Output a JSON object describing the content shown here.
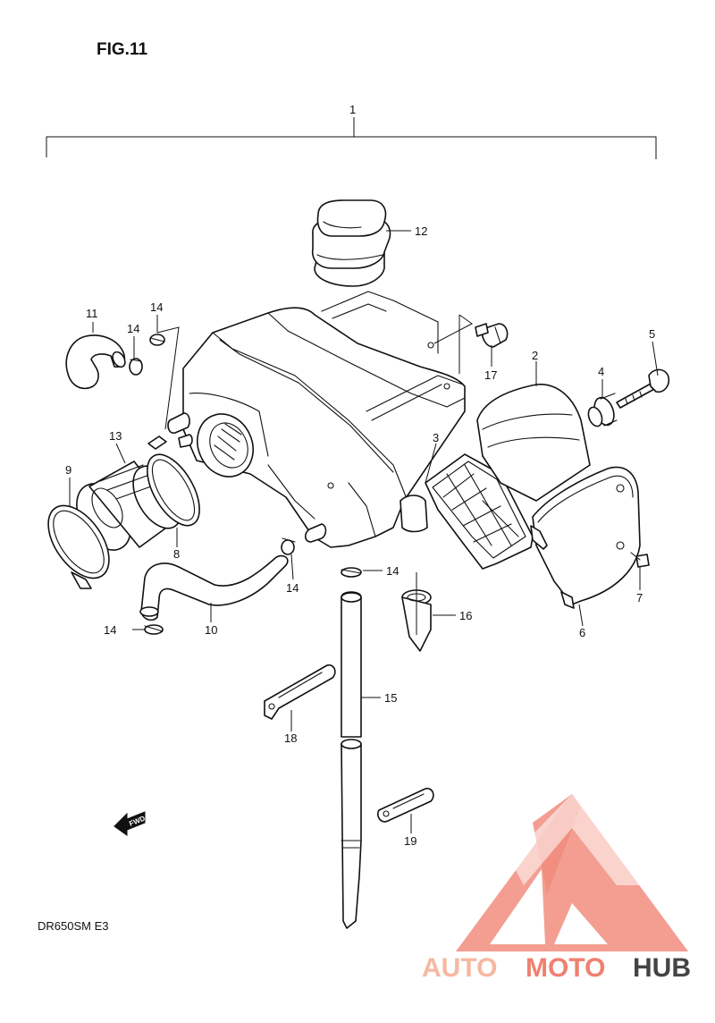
{
  "figure": {
    "title": "FIG.11",
    "model": "DR650SM E3",
    "fwd_label": "FWD"
  },
  "watermark": {
    "part1": "AUTO",
    "part2": "MOTO",
    "part3": "HUB",
    "colors": {
      "logo": "#f08070",
      "auto": "#f6b8a0",
      "moto": "#f08070",
      "hub": "#444444"
    }
  },
  "callouts": {
    "c1": "1",
    "c2": "2",
    "c3": "3",
    "c4": "4",
    "c5": "5",
    "c6": "6",
    "c7": "7",
    "c8": "8",
    "c9": "9",
    "c10": "10",
    "c11": "11",
    "c12": "12",
    "c13": "13",
    "c14a": "14",
    "c14b": "14",
    "c14c": "14",
    "c14d": "14",
    "c14e": "14",
    "c15": "15",
    "c16": "16",
    "c17": "17",
    "c18": "18",
    "c19": "19"
  }
}
